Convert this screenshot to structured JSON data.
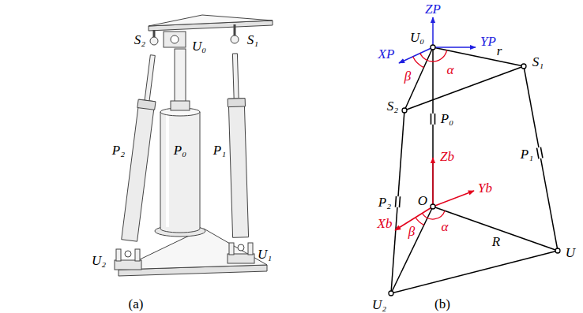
{
  "diagram": {
    "labels": [
      "S₂",
      "U₀",
      "S₁",
      "P₂",
      "P₀",
      "P₁",
      "U₂",
      "U₁",
      "(a)",
      "ZP",
      "U₀",
      "YP",
      "XP",
      "β",
      "α",
      "r",
      "S₁",
      "S₂",
      "P₀",
      "P₂",
      "P₁",
      "Zb",
      "Yb",
      "Xb",
      "O",
      "β",
      "α",
      "R",
      "U",
      "U₂",
      "(b)"
    ]
  }
}
